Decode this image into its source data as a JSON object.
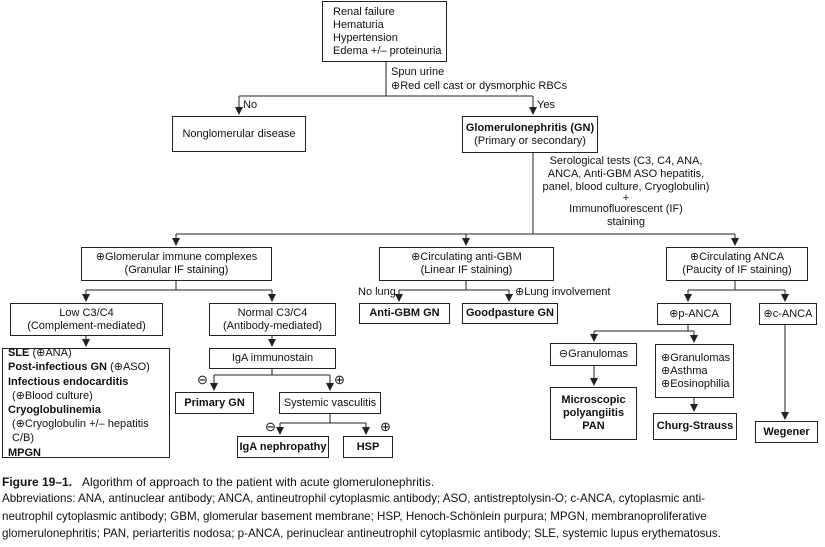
{
  "start": {
    "lines": [
      "Renal failure",
      "Hematuria",
      "Hypertension",
      "Edema +/– proteinuria"
    ]
  },
  "spun_urine": {
    "line1": "Spun urine",
    "line2": "⊕Red cell cast or dysmorphic RBCs"
  },
  "branch_no": "No",
  "branch_yes": "Yes",
  "nonglomerular": "Nonglomerular disease",
  "gn": {
    "title": "Glomerulonephritis (GN)",
    "subtitle": "(Primary or secondary)"
  },
  "tests": {
    "lines": [
      "Serological tests (C3, C4, ANA,",
      "ANCA, Anti-GBM ASO hepatitis,",
      "panel, blood culture, Cryoglobulin)",
      "+",
      "Immunofluorescent (IF)",
      "staining"
    ]
  },
  "immune_complex": {
    "line1": "⊕Glomerular immune complexes",
    "line2": "(Granular IF staining)"
  },
  "anti_gbm": {
    "line1": "⊕Circulating anti-GBM",
    "line2": "(Linear IF staining)"
  },
  "anca": {
    "line1": "⊕Circulating ANCA",
    "line2": "(Paucity of IF staining)"
  },
  "no_lung": "No lung",
  "lung": "⊕Lung involvement",
  "anti_gbm_gn": "Anti-GBM GN",
  "goodpasture": "Goodpasture GN",
  "low_c3": {
    "line1": "Low C3/C4",
    "line2": "(Complement-mediated)"
  },
  "normal_c3": {
    "line1": "Normal C3/C4",
    "line2": "(Antibody-mediated)"
  },
  "low_list": {
    "sle_b": "SLE",
    "sle_r": " (⊕ANA)",
    "pign_b": "Post-infectious GN",
    "pign_r": " (⊕ASO)",
    "ie_b": "Infectious endocarditis",
    "ie_r": "(⊕Blood culture)",
    "cryo_b": "Cryoglobulinemia",
    "cryo_r": "(⊕Cryoglobulin +/– hepatitis C/B)",
    "mpgn_b": "MPGN"
  },
  "iga_stain": "IgA immunostain",
  "minus": "⊖",
  "plus": "⊕",
  "primary_gn": "Primary GN",
  "systemic_vasc": "Systemic vasculitis",
  "iga_neph": "IgA nephropathy",
  "hsp": "HSP",
  "p_anca": "⊕p-ANCA",
  "c_anca": "⊕c-ANCA",
  "neg_gran": "⊖Granulomas",
  "pos_list": [
    "⊕Granulomas",
    "⊕Asthma",
    "⊕Eosinophilia"
  ],
  "mpa": {
    "line1": "Microscopic",
    "line2": "polyangiitis",
    "line3": "PAN"
  },
  "churg": "Churg-Strauss",
  "wegener": "Wegener",
  "caption": {
    "label": "Figure 19–1.",
    "text": "Algorithm of approach to the patient with acute glomerulonephritis."
  },
  "abbrev": {
    "line1": "Abbreviations: ANA, antinuclear antibody; ANCA, antineutrophil cytoplasmic antibody; ASO, antistreptolysin-O; c-ANCA, cytoplasmic anti-",
    "line2": "neutrophil cytoplasmic antibody; GBM, glomerular basement membrane; HSP, Henoch-Schönlein purpura; MPGN, membranoproliferative",
    "line3": "glomerulonephritis; PAN, periarteritis nodosa; p-ANCA, perinuclear antineutrophil cytoplasmic antibody; SLE, systemic lupus erythematosus."
  }
}
